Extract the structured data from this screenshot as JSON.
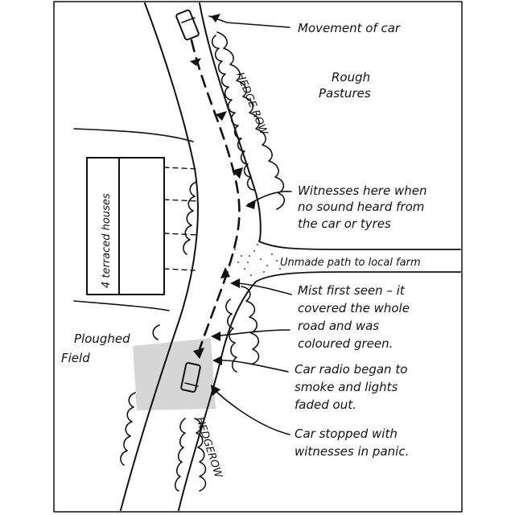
{
  "diagram": {
    "labels": {
      "movement": "Movement of car",
      "rough_1": "Rough",
      "rough_2": "Pastures",
      "hedge_top": "HEDGE ROW",
      "houses": "4 terraced houses",
      "witness_1": "Witnesses here when",
      "witness_2": "no sound heard from",
      "witness_3": "the car or tyres",
      "path": "Unmade path to local farm",
      "mist_1": "Mist first seen – it",
      "mist_2": "covered the whole",
      "mist_3": "road and was",
      "mist_4": "coloured green.",
      "ploughed_1": "Ploughed",
      "ploughed_2": "Field",
      "radio_1": "Car radio began to",
      "radio_2": "smoke and lights",
      "radio_3": "faded out.",
      "stopped_1": "Car stopped with",
      "stopped_2": "witnesses in panic.",
      "hedge_bottom": "HEDGEROW"
    },
    "colors": {
      "ink": "#111111",
      "mist": "#d6d6d6",
      "paper": "#ffffff"
    }
  }
}
